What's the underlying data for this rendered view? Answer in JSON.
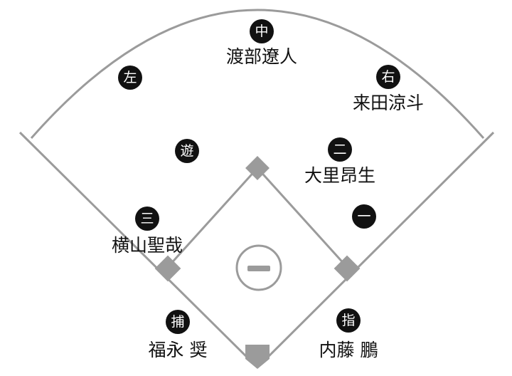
{
  "colors": {
    "field_line": "#9b9b9b",
    "badge_fill": "#111111",
    "badge_text": "#ffffff",
    "name_text": "#111111",
    "pitcher_circle": "#9b9b9b"
  },
  "pitcher_mark": "minus-in-circle",
  "positions": {
    "center": {
      "badge": "中",
      "name": "渡部遼人"
    },
    "left": {
      "badge": "左",
      "name": ""
    },
    "right": {
      "badge": "右",
      "name": "来田涼斗"
    },
    "shortstop": {
      "badge": "遊",
      "name": ""
    },
    "second": {
      "badge": "二",
      "name": "大里昂生"
    },
    "third": {
      "badge": "三",
      "name": "横山聖哉"
    },
    "first": {
      "badge": "一",
      "name": ""
    },
    "catcher": {
      "badge": "捕",
      "name": "福永 奨"
    },
    "dh": {
      "badge": "指",
      "name": "内藤 鵬"
    }
  }
}
